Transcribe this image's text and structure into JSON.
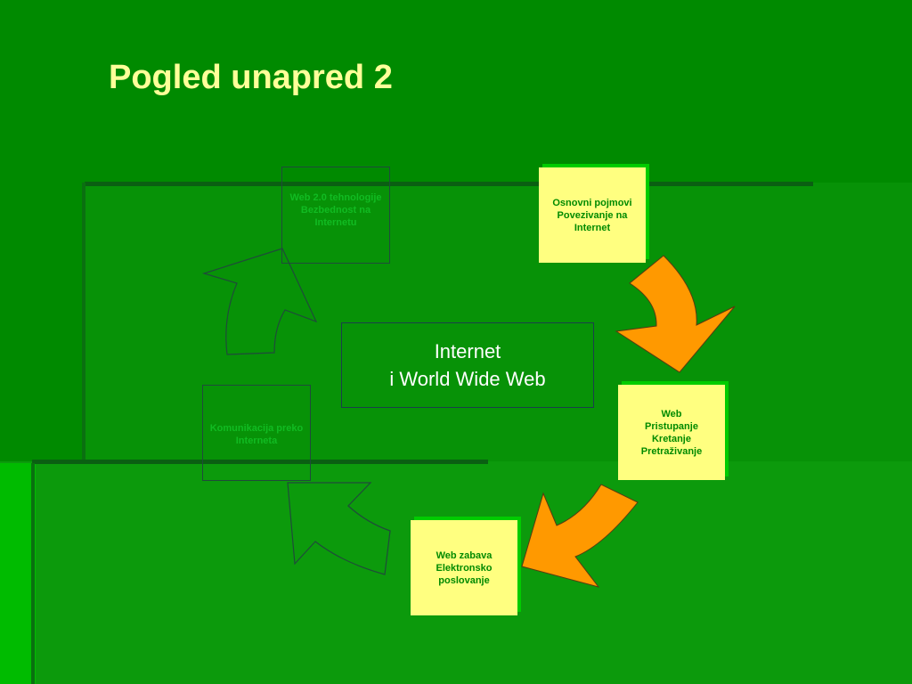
{
  "slide": {
    "title": "Pogled unapred 2",
    "center_label": "Internet\ni World Wide Web",
    "stages": [
      {
        "label": "Osnovni pojmovi\nPovezivanje na\nInternet"
      },
      {
        "label": "Web\nPristupanje\nKretanje\nPretraživanje"
      },
      {
        "label": "Web zabava\nElektronsko\nposlovanje"
      },
      {
        "label": "Komunikacija preko\nInterneta"
      },
      {
        "label": "Web 2.0 tehnologije\nBezbednost na\nInternetu"
      }
    ]
  },
  "colors": {
    "background": "#008a00",
    "title": "#ffff99",
    "stage_fill": "#ffff80",
    "stage_text": "#008a00",
    "arrow_active": "#ff9900",
    "ghost_text": "#11bb22"
  }
}
